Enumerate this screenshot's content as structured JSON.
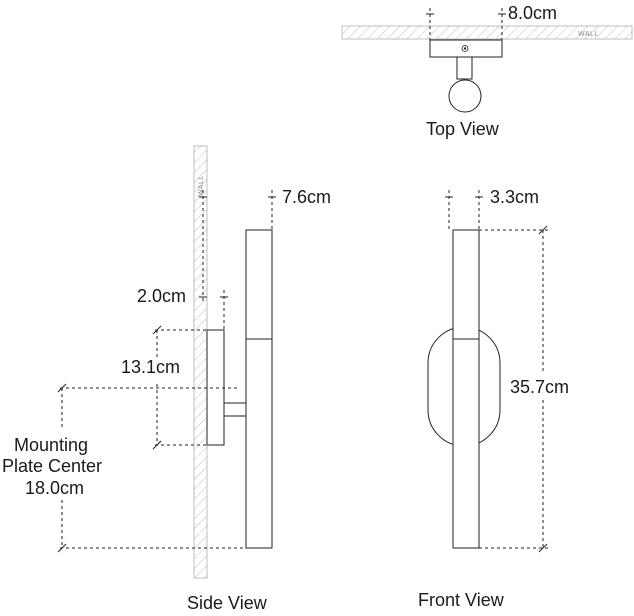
{
  "colors": {
    "ink": "#222222",
    "hatch": "#a0a0a0",
    "wall_text": "#8a8a8a",
    "background": "#ffffff"
  },
  "top_view": {
    "title": "Top View",
    "wall_label": "WALL",
    "width_label": "8.0cm"
  },
  "side_view": {
    "title": "Side View",
    "wall_label": "WALL",
    "projection_label": "7.6cm",
    "plate_depth_label": "2.0cm",
    "plate_height_label": "13.1cm",
    "mounting_center_label_lines": [
      "Mounting",
      "Plate Center",
      "18.0cm"
    ]
  },
  "front_view": {
    "title": "Front View",
    "width_label": "3.3cm",
    "height_label": "35.7cm"
  }
}
